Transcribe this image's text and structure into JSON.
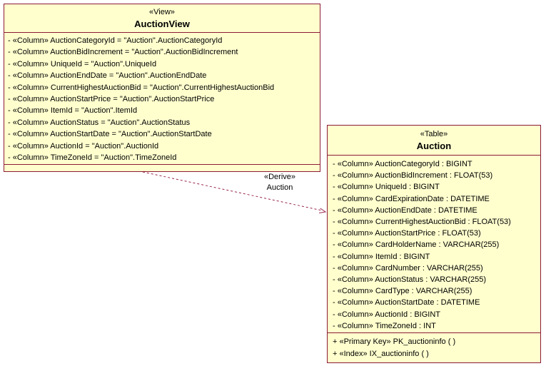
{
  "colors": {
    "canvas_bg": "#FFFFFF",
    "entity_fill": "#FFFFCE",
    "entity_border": "#8C1B35",
    "text": "#000000",
    "connector": "#99284C"
  },
  "view": {
    "stereotype": "«View»",
    "name": "AuctionView",
    "columns": [
      "- «Column» AuctionCategoryId = \"Auction\".AuctionCategoryId",
      "- «Column» AuctionBidIncrement = \"Auction\".AuctionBidIncrement",
      "- «Column» UniqueId = \"Auction\".UniqueId",
      "- «Column» AuctionEndDate = \"Auction\".AuctionEndDate",
      "- «Column» CurrentHighestAuctionBid = \"Auction\".CurrentHighestAuctionBid",
      "- «Column» AuctionStartPrice = \"Auction\".AuctionStartPrice",
      "- «Column» ItemId = \"Auction\".ItemId",
      "- «Column» AuctionStatus = \"Auction\".AuctionStatus",
      "- «Column» AuctionStartDate = \"Auction\".AuctionStartDate",
      "- «Column» AuctionId = \"Auction\".AuctionId",
      "- «Column» TimeZoneId = \"Auction\".TimeZoneId"
    ]
  },
  "table": {
    "stereotype": "«Table»",
    "name": "Auction",
    "columns": [
      "- «Column» AuctionCategoryId : BIGINT",
      "- «Column» AuctionBidIncrement : FLOAT(53)",
      "- «Column» UniqueId : BIGINT",
      "- «Column» CardExpirationDate : DATETIME",
      "- «Column» AuctionEndDate : DATETIME",
      "- «Column» CurrentHighestAuctionBid : FLOAT(53)",
      "- «Column» AuctionStartPrice : FLOAT(53)",
      "- «Column» CardHolderName : VARCHAR(255)",
      "- «Column» ItemId : BIGINT",
      "- «Column» CardNumber : VARCHAR(255)",
      "- «Column» AuctionStatus : VARCHAR(255)",
      "- «Column» CardType : VARCHAR(255)",
      "- «Column» AuctionStartDate : DATETIME",
      "- «Column» AuctionId : BIGINT",
      "- «Column» TimeZoneId : INT"
    ],
    "keys": [
      "+ «Primary Key» PK_auctioninfo ( )",
      "+ «Index» IX_auctioninfo ( )"
    ]
  },
  "connector": {
    "stereotype": "«Derive»",
    "label": "Auction"
  }
}
